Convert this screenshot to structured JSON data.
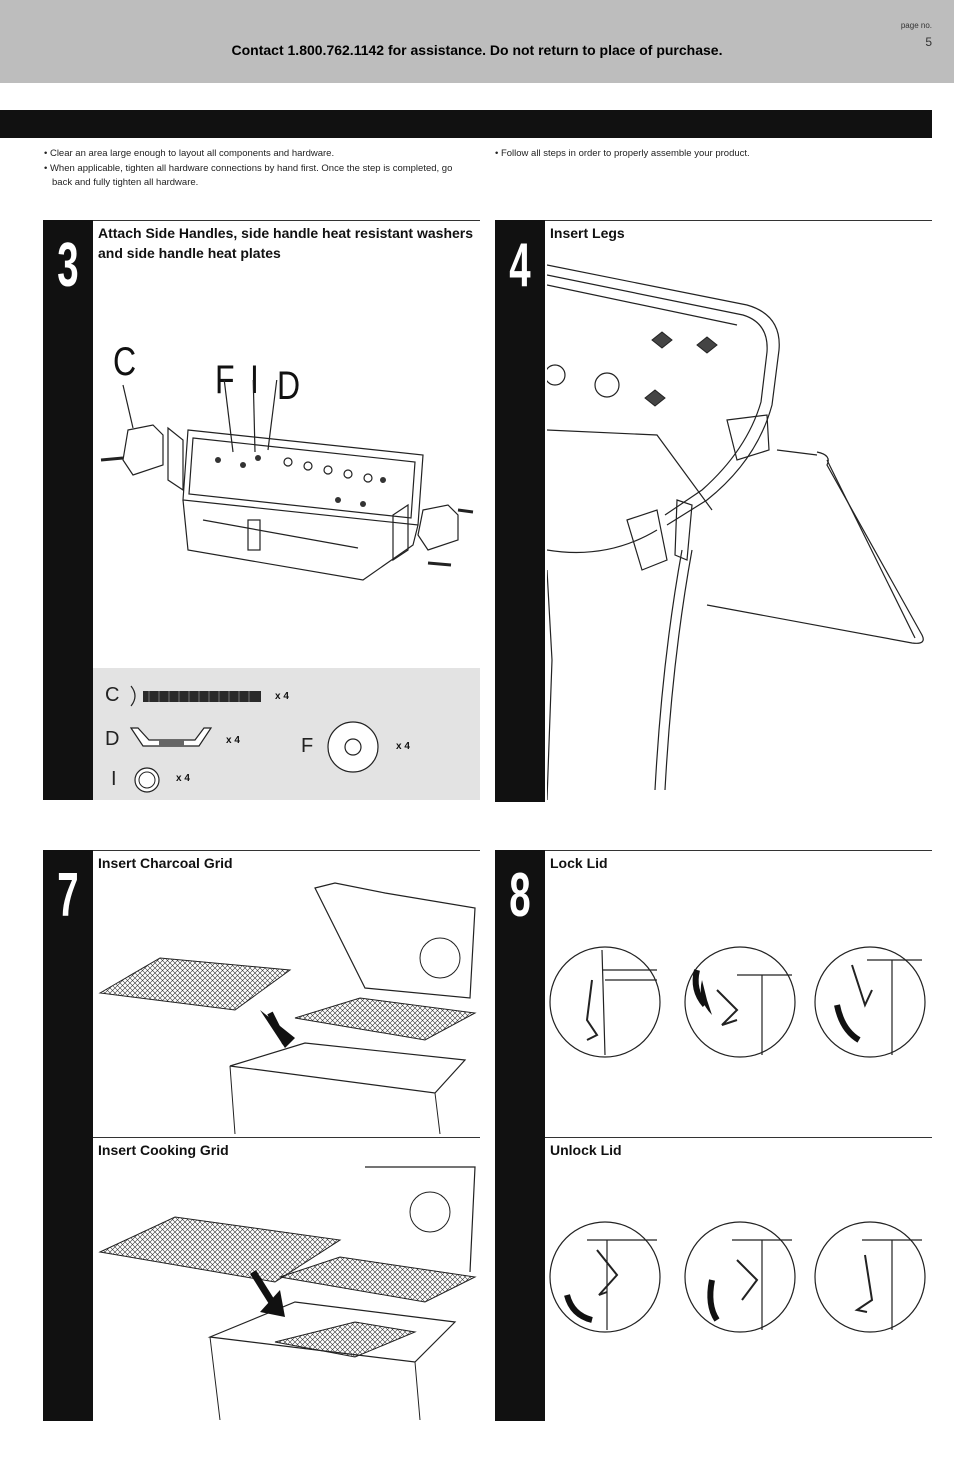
{
  "header": {
    "contact": "Contact 1.800.762.1142 for assistance. Do not return to place of purchase.",
    "page_label": "page no.",
    "page_number": "5"
  },
  "notes": {
    "left": [
      "• Clear an area large enough to layout all components and hardware.",
      "• When applicable, tighten all hardware connections by hand first. Once the step is completed, go back and fully tighten all hardware."
    ],
    "right": [
      "• Follow all steps in order to properly assemble your product."
    ]
  },
  "steps": {
    "s3": {
      "number": "3",
      "title": "Attach Side Handles, side handle heat resistant washers and side handle heat plates",
      "callouts": [
        "C",
        "F",
        "I",
        "D"
      ],
      "hardware": [
        {
          "letter": "C",
          "qty": "x 4"
        },
        {
          "letter": "D",
          "qty": "x 4"
        },
        {
          "letter": "F",
          "qty": "x 4"
        },
        {
          "letter": "I",
          "qty": "x 4"
        }
      ]
    },
    "s4": {
      "number": "4",
      "title": "Insert Legs"
    },
    "s7": {
      "number": "7",
      "title": "Insert Charcoal Grid",
      "title2": "Insert Cooking Grid"
    },
    "s8": {
      "number": "8",
      "title": "Lock Lid",
      "title2": "Unlock Lid"
    }
  }
}
